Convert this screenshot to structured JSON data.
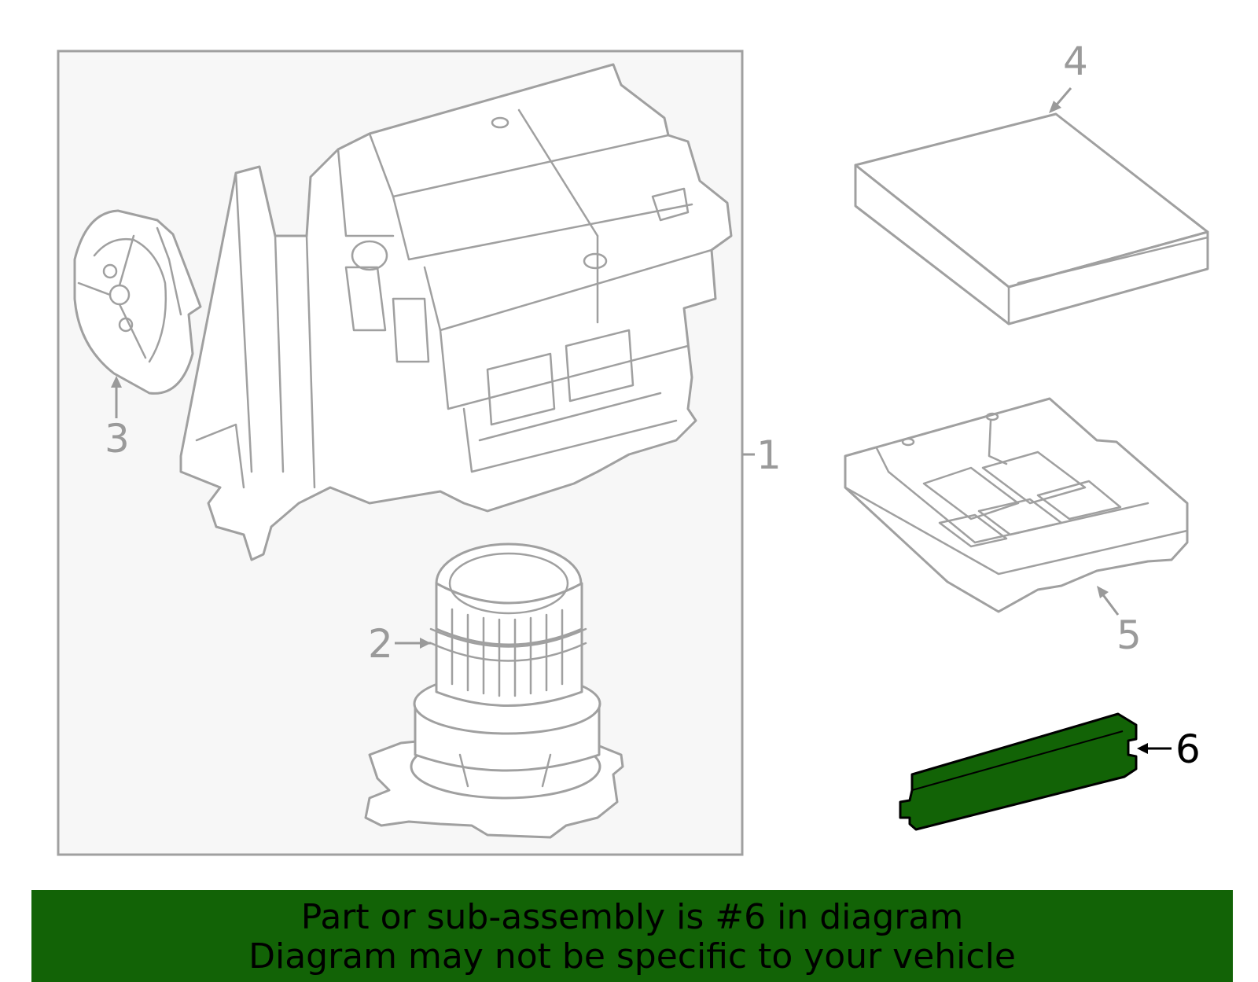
{
  "callouts": {
    "c1": "1",
    "c2": "2",
    "c3": "3",
    "c4": "4",
    "c5": "5",
    "c6": "6"
  },
  "highlight_part": "6",
  "colors": {
    "highlight_fill": "#126306",
    "banner_background": "#126306",
    "line_art": "#a0a0a0",
    "assembly_box": "#f7f7f7"
  },
  "banner": {
    "line1": "Part or sub-assembly is #6 in diagram",
    "line2": "Diagram may not be specific to your vehicle"
  }
}
